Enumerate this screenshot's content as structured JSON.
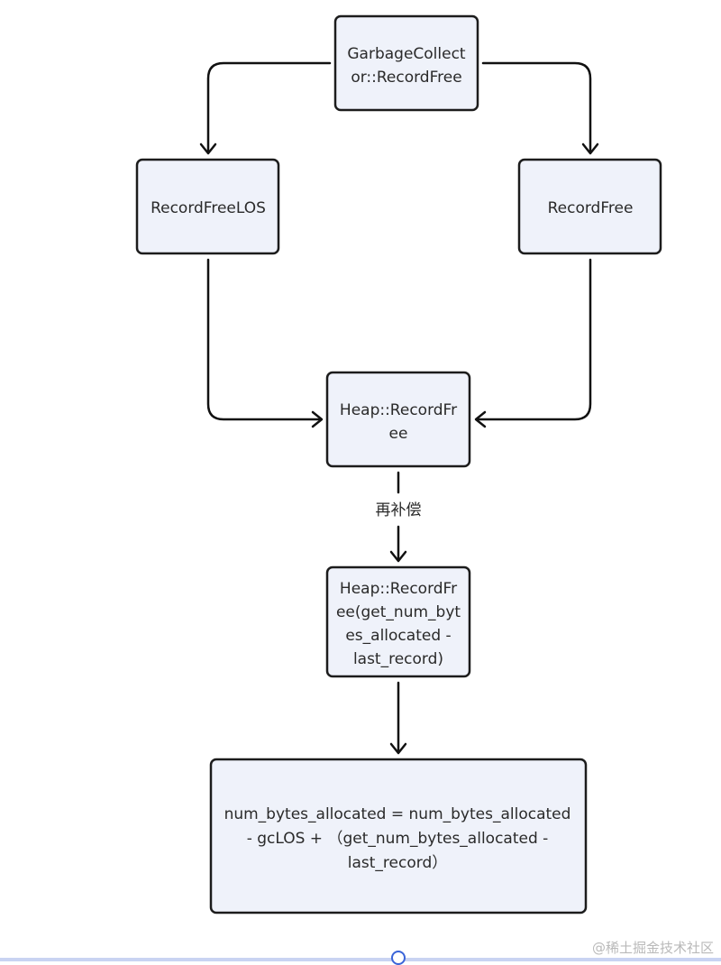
{
  "nodes": {
    "gc_record_free": {
      "lines": [
        "GarbageCollect",
        "or::RecordFree"
      ]
    },
    "record_free_los": {
      "lines": [
        "RecordFreeLOS"
      ]
    },
    "record_free": {
      "lines": [
        "RecordFree"
      ]
    },
    "heap_record_free": {
      "lines": [
        "Heap::RecordFr",
        "ee"
      ]
    },
    "heap_record_free_args": {
      "lines": [
        "Heap::RecordFr",
        "ee(get_num_byt",
        "es_allocated -",
        "last_record)"
      ]
    },
    "num_bytes_update": {
      "lines": [
        "num_bytes_allocated = num_bytes_allocated",
        "- gcLOS + （get_num_bytes_allocated -",
        "last_record）"
      ]
    }
  },
  "edges": {
    "compensate_label": "再补偿"
  },
  "watermark": "@稀土掘金技术社区",
  "colors": {
    "node_fill": "#eff2fa",
    "node_stroke": "#1c1c1c",
    "edge": "#111111"
  }
}
